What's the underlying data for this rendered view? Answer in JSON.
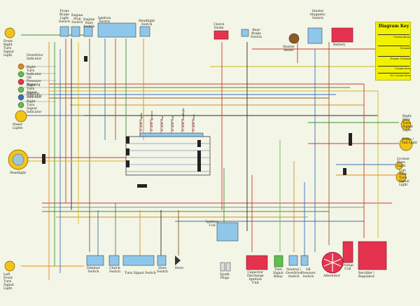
{
  "diagram_key": {
    "title": "Diagram Key",
    "items": [
      "Connections",
      "Ground",
      "Frame Ground",
      "Connection",
      "No Connection"
    ]
  },
  "labels": {
    "front_right_turn": "Front\nRight\nTurn\nSignal\nLight",
    "front_brake_switch": "Front\nBrake\nLight\nSwitch",
    "engine_stop_switch": "Engine\nStop\nSwitch",
    "engine_start_switch": "Engine\nStart\nSwitch",
    "ignition_switch": "Ignition\nSwitch",
    "headlight_switch": "Headlight\nSwitch",
    "clutch_diode": "Clutch\nDiode",
    "rear_brake_switch": "Rear\nBrake\nSwitch",
    "starter_magnetic_switch": "Starter\nMagnetic\nSwitch",
    "starter_motor": "Starter\nMotor",
    "battery": "Battery",
    "overdrive_indicator": "Overdrive\nIndicator",
    "right_turn_indicator": "Right\nTurn\nIndicator",
    "oil_pressure_warning": "Oil\nPressure\nWarning",
    "right_turn_signal_indicator": "Right\nTurn\nSignal\nIndicator",
    "neutral_indicator": "Neutral\nIndicator",
    "right_turn_indicator2": "Right\nTurn\nSignal\nIndicator",
    "meter_lights": "Meter\nLights",
    "headlight": "Headlight",
    "right_rear_turn": "Right\nRear\nTurn\nSignal\nLight",
    "brake_tail_light": "Brake /\nTail Light",
    "license_plate_light": "License\nPlate\nLight",
    "left_rear_turn": "Left\nRear\nTurn\nSignal\nLight",
    "left_front_turn": "Left\nFront\nTurn\nSignal\nLight",
    "dimmer_switch": "Dimmer\nSwitch",
    "clutch_switch": "Clutch\nSwitch",
    "turn_signal_switch": "Turn Signal Switch",
    "horn_switch": "Horn\nSwitch",
    "horn": "Horn",
    "ignition_coil": "Ignition\nCoil",
    "spark_plugs": "Spark\nPlugs",
    "capacitor_discharge": "Capacitor\nDischarge\nIgnition\nUnit",
    "turn_signal_relay": "Turn\nSignal\nRelay",
    "neutral_switch": "Neutral /\nOverdrive\nSwitch",
    "oil_pressure_switch": "Oil\nPressure\nSwitch",
    "alternator": "Alternator",
    "pickup_coil": "Pickup\nCoil",
    "rectifier_regulator": "Rectifier /\nRegulator"
  },
  "fuses": [
    "10 AMP Lights",
    "10 AMP Ignition",
    "10 AMP Fan",
    "10 AMP Tail",
    "10 AMP Headlight",
    "10 AMP Main"
  ],
  "colors": {
    "yellow_light": "#f2c417",
    "blue_switch": "#8fc7ea",
    "red_component": "#e5334f",
    "green_relay": "#5fbf4f",
    "wire_red": "#c83a2a",
    "wire_green": "#3f8f3a",
    "wire_blue": "#3b6fb5",
    "wire_brown": "#8a5a2a",
    "wire_orange": "#e08a1a",
    "wire_black": "#2a2a2a",
    "wire_yellow": "#d6b81b",
    "wire_gray": "#8a8a8a"
  }
}
